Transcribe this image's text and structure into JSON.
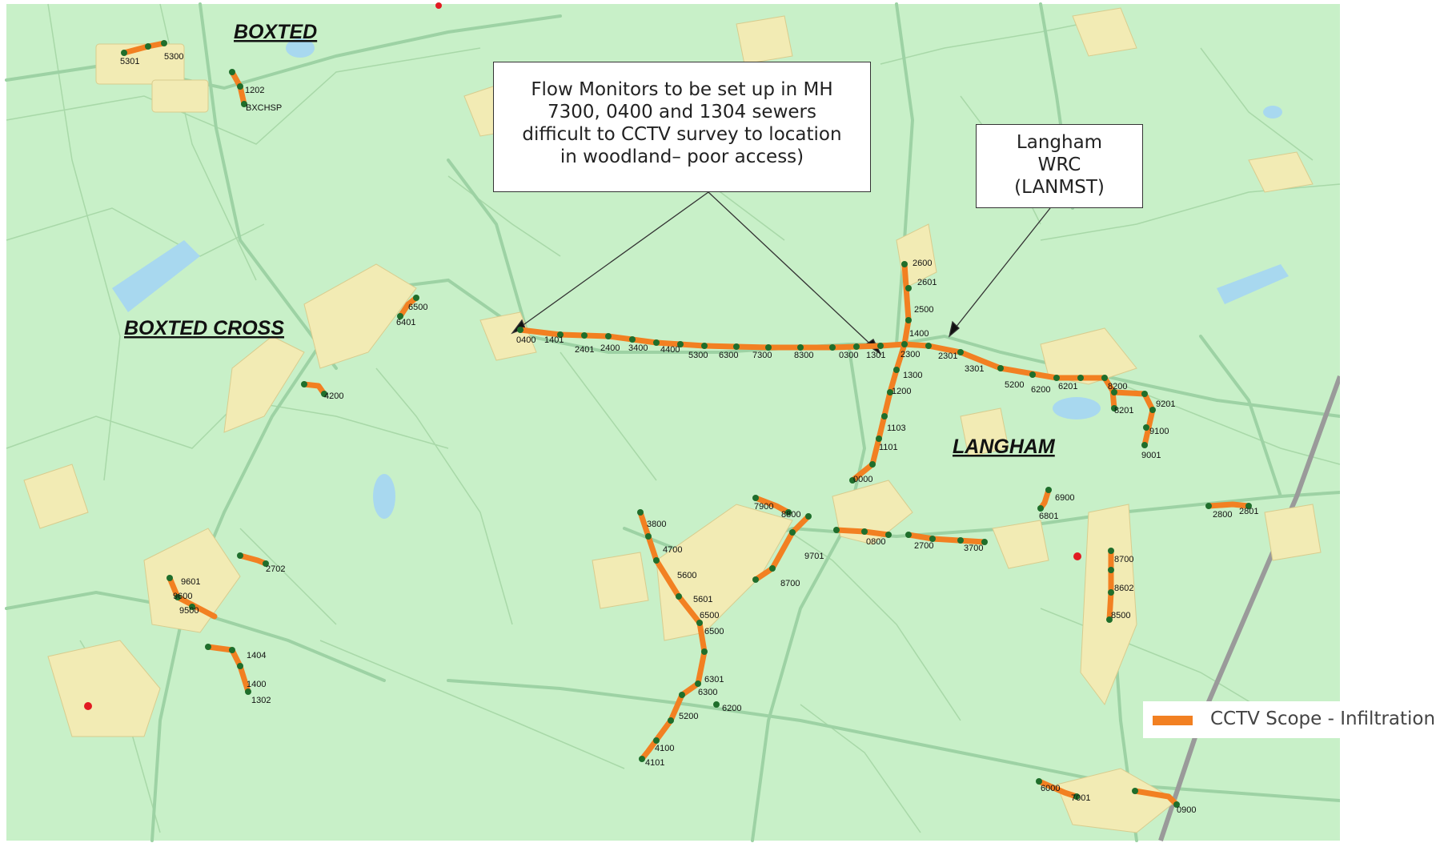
{
  "colors": {
    "field": "#c8f0c8",
    "field_stroke": "#a8d8a8",
    "road_minor": "#9dd2a4",
    "built": "#f2ebb4",
    "water": "#a8d8ef",
    "scope": "#f28022",
    "manhole": "#1f6e2b",
    "railway": "#9a9a9a",
    "flag": "#e11b22"
  },
  "places": {
    "boxted": "BOXTED",
    "boxted_cross": "BOXTED CROSS",
    "langham": "LANGHAM"
  },
  "callouts": {
    "flow_monitors": {
      "line1": "Flow Monitors to be set up in MH",
      "line2": "7300, 0400 and 1304 sewers",
      "line3": "difficult to CCTV survey to location",
      "line4": "in woodland– poor access)"
    },
    "wrc": {
      "line1": "Langham",
      "line2": "WRC",
      "line3": "(LANMST)"
    }
  },
  "legend": {
    "label": "CCTV Scope - Infiltration",
    "icon": "orange-line-swatch"
  },
  "manholes": {
    "mh_01": "5301",
    "mh_02": "5300",
    "mh_03": "1202",
    "mh_04": "BXCHSP",
    "mh_05": "6500",
    "mh_06": "6401",
    "mh_07": "4200",
    "mh_08": "0400",
    "mh_09": "1401",
    "mh_10": "2401",
    "mh_11": "2400",
    "mh_12": "3400",
    "mh_13": "4400",
    "mh_14": "5300",
    "mh_15": "6300",
    "mh_16": "7300",
    "mh_17": "8300",
    "mh_18": "0300",
    "mh_19": "1301",
    "mh_20": "2300",
    "mh_21": "2301",
    "mh_22": "2600",
    "mh_23": "2601",
    "mh_24": "2500",
    "mh_25": "1400",
    "mh_26": "1300",
    "mh_27": "1200",
    "mh_28": "1103",
    "mh_29": "1101",
    "mh_30": "0000",
    "mh_31": "3301",
    "mh_32": "5200",
    "mh_33": "6200",
    "mh_34": "6201",
    "mh_35": "8200",
    "mh_36": "8201",
    "mh_37": "9201",
    "mh_38": "9100",
    "mh_39": "9001",
    "mh_40": "6900",
    "mh_41": "6801",
    "mh_42": "2800",
    "mh_43": "2801",
    "mh_44": "7900",
    "mh_45": "8800",
    "mh_46": "0800",
    "mh_47": "2700",
    "mh_48": "3700",
    "mh_49": "9701",
    "mh_50": "8700",
    "mh_51": "3800",
    "mh_52": "4700",
    "mh_53": "5600",
    "mh_54": "5601",
    "mh_55": "6500",
    "mh_56": "6500",
    "mh_57": "6301",
    "mh_58": "6300",
    "mh_59": "6200",
    "mh_60": "5200",
    "mh_61": "4100",
    "mh_62": "4101",
    "mh_63": "2702",
    "mh_64": "9601",
    "mh_65": "9600",
    "mh_66": "9500",
    "mh_67": "1404",
    "mh_68": "1400",
    "mh_69": "1302",
    "mh_70": "8700",
    "mh_71": "8602",
    "mh_72": "8500",
    "mh_73": "6000",
    "mh_74": "7001",
    "mh_75": "0900"
  }
}
